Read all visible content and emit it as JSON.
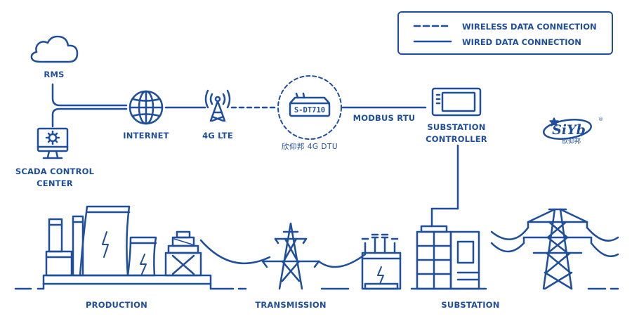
{
  "legend": {
    "wireless_label": "WIRELESS DATA CONNECTION",
    "wired_label": "WIRED DATA CONNECTION"
  },
  "nodes": {
    "rms": "RMS",
    "scada_line1": "SCADA CONTROL",
    "scada_line2": "CENTER",
    "internet": "INTERNET",
    "lte": "4G LTE",
    "dtu_device_text": "S-DT710",
    "dtu_label": "欣仰邦 4G DTU",
    "modbus": "MODBUS RTU",
    "substation_ctrl_line1": "SUBSTATION",
    "substation_ctrl_line2": "CONTROLLER"
  },
  "stages": {
    "production": "PRODUCTION",
    "transmission": "TRANSMISSION",
    "substation": "SUBSTATION"
  },
  "brand": {
    "logo_text": "SiYb",
    "chinese": "欣仰邦"
  },
  "colors": {
    "primary": "#1f4e9c",
    "background": "#ffffff"
  }
}
